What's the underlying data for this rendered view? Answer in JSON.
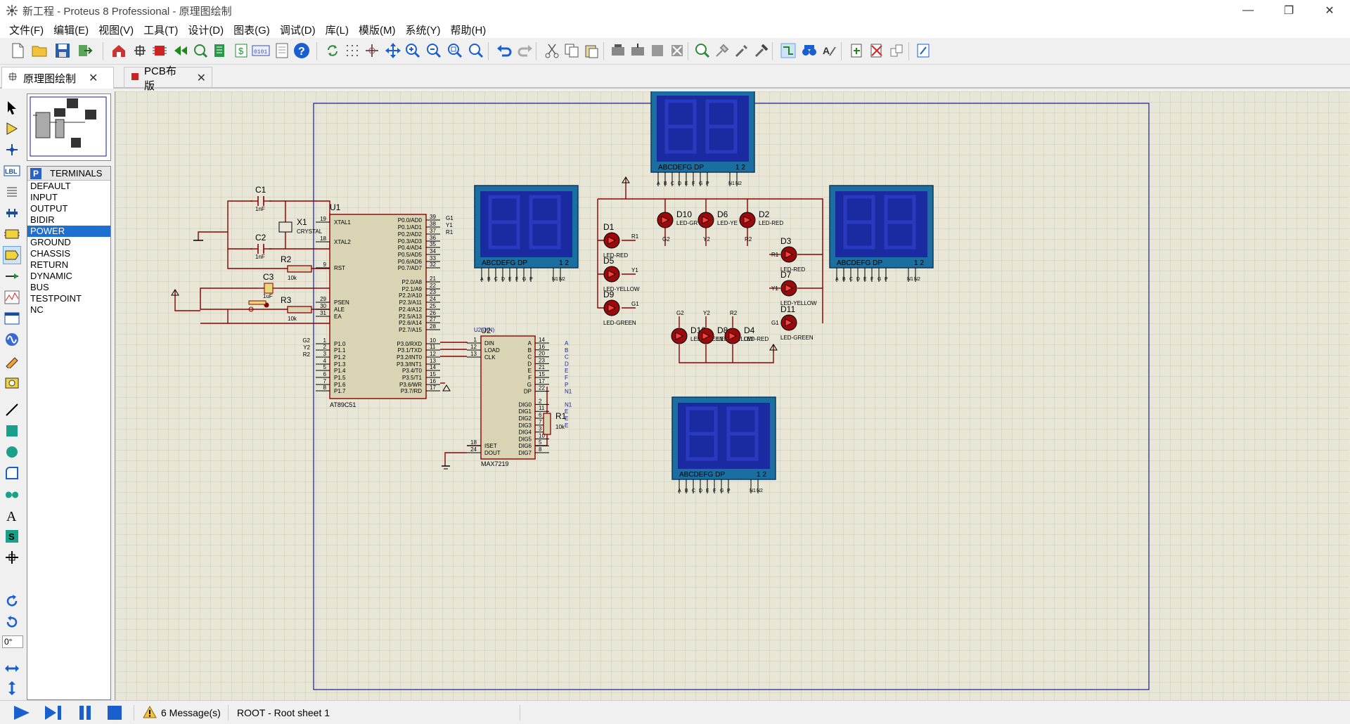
{
  "window": {
    "title": "新工程 - Proteus 8 Professional - 原理图绘制"
  },
  "menu": [
    "文件(F)",
    "编辑(E)",
    "视图(V)",
    "工具(T)",
    "设计(D)",
    "图表(G)",
    "调试(D)",
    "库(L)",
    "模版(M)",
    "系统(Y)",
    "帮助(H)"
  ],
  "tabs": [
    {
      "label": "原理图绘制"
    },
    {
      "label": "PCB布版"
    }
  ],
  "device_panel": {
    "header": "TERMINALS",
    "items": [
      "DEFAULT",
      "INPUT",
      "OUTPUT",
      "BIDIR",
      "POWER",
      "GROUND",
      "CHASSIS",
      "RETURN",
      "DYNAMIC",
      "BUS",
      "TESTPOINT",
      "NC"
    ],
    "selected": "POWER"
  },
  "rotation": "0°",
  "status": {
    "messages": "6 Message(s)",
    "sheet": "ROOT - Root sheet 1"
  },
  "colors": {
    "canvas": "#e8e6d6",
    "wire": "#00a000",
    "component": "#8b0000",
    "chip_fill": "#d8d4b4",
    "display_body": "#1a2aa0",
    "display_frame": "#1a6ea0",
    "border": "#000080",
    "selected_item": "#1f6fd0"
  },
  "schematic": {
    "u1": {
      "ref": "U1",
      "part": "AT89C51",
      "left_pins": [
        [
          "19",
          "XTAL1"
        ],
        [
          "18",
          "XTAL2"
        ],
        [
          "9",
          "RST"
        ],
        [
          "29",
          "PSEN"
        ],
        [
          "30",
          "ALE"
        ],
        [
          "31",
          "EA"
        ],
        [
          "1",
          "P1.0"
        ],
        [
          "2",
          "P1.1"
        ],
        [
          "3",
          "P1.2"
        ],
        [
          "4",
          "P1.3"
        ],
        [
          "5",
          "P1.4"
        ],
        [
          "6",
          "P1.5"
        ],
        [
          "7",
          "P1.6"
        ],
        [
          "8",
          "P1.7"
        ]
      ],
      "right_pins": [
        [
          "39",
          "P0.0/AD0"
        ],
        [
          "38",
          "P0.1/AD1"
        ],
        [
          "37",
          "P0.2/AD2"
        ],
        [
          "36",
          "P0.3/AD3"
        ],
        [
          "35",
          "P0.4/AD4"
        ],
        [
          "34",
          "P0.5/AD5"
        ],
        [
          "33",
          "P0.6/AD6"
        ],
        [
          "32",
          "P0.7/AD7"
        ],
        [
          "21",
          "P2.0/A8"
        ],
        [
          "22",
          "P2.1/A9"
        ],
        [
          "23",
          "P2.2/A10"
        ],
        [
          "24",
          "P2.3/A11"
        ],
        [
          "25",
          "P2.4/A12"
        ],
        [
          "26",
          "P2.5/A13"
        ],
        [
          "27",
          "P2.6/A14"
        ],
        [
          "28",
          "P2.7/A15"
        ],
        [
          "10",
          "P3.0/RXD"
        ],
        [
          "11",
          "P3.1/TXD"
        ],
        [
          "12",
          "P3.2/INT0"
        ],
        [
          "13",
          "P3.3/INT1"
        ],
        [
          "14",
          "P3.4/T0"
        ],
        [
          "15",
          "P3.5/T1"
        ],
        [
          "16",
          "P3.6/WR"
        ],
        [
          "17",
          "P3.7/RD"
        ]
      ],
      "net_labels_left": [
        "G2",
        "Y2",
        "R2"
      ],
      "net_labels_right": [
        "G1",
        "Y1",
        "R1"
      ]
    },
    "u2": {
      "ref": "U2",
      "part": "MAX7219",
      "net_label": "U2(DIN)",
      "left_pins": [
        [
          "1",
          "DIN"
        ],
        [
          "12",
          "LOAD"
        ],
        [
          "13",
          "CLK"
        ],
        [
          "18",
          "ISET"
        ],
        [
          "24",
          "DOUT"
        ]
      ],
      "right_pins": [
        [
          "14",
          "A"
        ],
        [
          "16",
          "B"
        ],
        [
          "20",
          "C"
        ],
        [
          "23",
          "D"
        ],
        [
          "21",
          "E"
        ],
        [
          "15",
          "F"
        ],
        [
          "17",
          "G"
        ],
        [
          "22",
          "DP"
        ],
        [
          "2",
          "DIG0"
        ],
        [
          "11",
          "DIG1"
        ],
        [
          "6",
          "DIG2"
        ],
        [
          "7",
          "DIG3"
        ],
        [
          "3",
          "DIG4"
        ],
        [
          "10",
          "DIG5"
        ],
        [
          "5",
          "DIG6"
        ],
        [
          "8",
          "DIG7"
        ]
      ],
      "seg_labels": [
        "A",
        "B",
        "C",
        "D",
        "E",
        "F",
        "P",
        "N1",
        "N1",
        "E",
        "E",
        "E"
      ]
    },
    "caps": [
      {
        "ref": "C1",
        "value": "1nF"
      },
      {
        "ref": "C2",
        "value": "1nF"
      },
      {
        "ref": "C3",
        "value": "1uF"
      }
    ],
    "crystal": {
      "ref": "X1",
      "value": "CRYSTAL"
    },
    "resistors": [
      {
        "ref": "R2",
        "value": "10k"
      },
      {
        "ref": "R3",
        "value": "10k"
      },
      {
        "ref": "R1",
        "value": "10k"
      }
    ],
    "leds": [
      {
        "ref": "D1",
        "type": "LED-RED",
        "net": "R1"
      },
      {
        "ref": "D5",
        "type": "LED-YELLOW",
        "net": "Y1"
      },
      {
        "ref": "D9",
        "type": "LED-GREEN",
        "net": "G1"
      },
      {
        "ref": "D10",
        "type": "LED-GR",
        "net": "G2"
      },
      {
        "ref": "D6",
        "type": "LED-YE",
        "net": "Y2"
      },
      {
        "ref": "D2",
        "type": "LED-RED",
        "net": "R2"
      },
      {
        "ref": "D3",
        "type": "LED-RED",
        "net": "R1"
      },
      {
        "ref": "D7",
        "type": "LED-YELLOW",
        "net": "Y1"
      },
      {
        "ref": "D11",
        "type": "LED-GREEN",
        "net": "G1"
      },
      {
        "ref": "D12",
        "type": "LED-GREEN",
        "net": "G2"
      },
      {
        "ref": "D8",
        "type": "LED-YELLOW",
        "net": "Y2"
      },
      {
        "ref": "D4",
        "type": "LED-RED",
        "net": "R2"
      }
    ],
    "display_label": "ABCDEFG DP",
    "display_digits": "1 2",
    "display_pins": [
      "A",
      "B",
      "C",
      "D",
      "E",
      "F",
      "G",
      "P"
    ],
    "display_pin_labels": [
      "N1",
      "N2"
    ]
  }
}
